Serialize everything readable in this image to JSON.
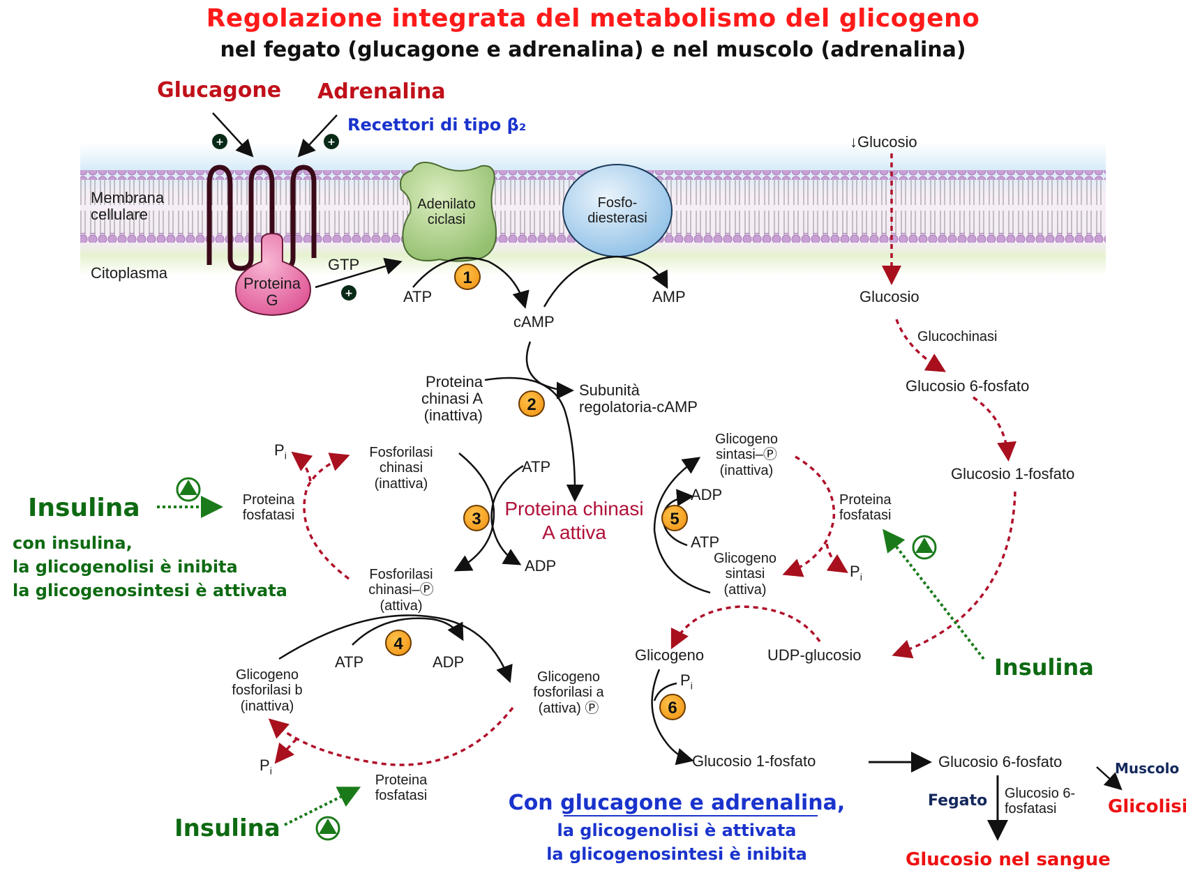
{
  "title": "Regolazione integrata del metabolismo del glicogeno",
  "subtitle": "nel fegato (glucagone e adrenalina) e nel muscolo (adrenalina)",
  "hormones": {
    "glucagon": "Glucagone",
    "adrenaline": "Adrenalina",
    "receptors": "Recettori di tipo β₂"
  },
  "membrane": {
    "label_line1": "Membrana",
    "label_line2": "cellulare",
    "cytoplasm": "Citoplasma"
  },
  "proteins": {
    "g_protein": [
      "Proteina",
      "G"
    ],
    "adenylate_cyclase": [
      "Adenilato",
      "ciclasi"
    ],
    "phosphodiesterase": [
      "Fosfo-",
      "diesterasi"
    ]
  },
  "step1": {
    "number": "1",
    "gtp": "GTP",
    "atp": "ATP",
    "camp": "cAMP",
    "amp": "AMP"
  },
  "step2": {
    "number": "2",
    "pka_inactive": [
      "Proteina",
      "chinasi A",
      "(inattiva)"
    ],
    "regulatory": [
      "Subunità",
      "regolatoria-cAMP"
    ]
  },
  "pka_active": [
    "Proteina chinasi",
    "A attiva"
  ],
  "step3": {
    "number": "3",
    "atp": "ATP",
    "adp": "ADP",
    "phk_inactive": [
      "Fosforilasi",
      "chinasi",
      "(inattiva)"
    ],
    "phk_active": [
      "Fosforilasi",
      "chinasi–Ⓟ",
      "(attiva)"
    ],
    "phosphatase": [
      "Proteina",
      "fosfatasi"
    ],
    "pi": "P",
    "pi_sub": "i"
  },
  "step4": {
    "number": "4",
    "atp": "ATP",
    "adp": "ADP",
    "gp_b": [
      "Glicogeno",
      "fosforilasi b",
      "(inattiva)"
    ],
    "gp_a": [
      "Glicogeno",
      "fosforilasi a",
      "(attiva) Ⓟ"
    ],
    "phosphatase": [
      "Proteina",
      "fosfatasi"
    ],
    "pi": "P",
    "pi_sub": "i"
  },
  "step5": {
    "number": "5",
    "adp": "ADP",
    "atp": "ATP",
    "gs_inactive": [
      "Glicogeno",
      "sintasi–Ⓟ",
      "(inattiva)"
    ],
    "gs_active": [
      "Glicogeno",
      "sintasi",
      "(attiva)"
    ],
    "phosphatase": [
      "Proteina",
      "fosfatasi"
    ],
    "pi": "P",
    "pi_sub": "i"
  },
  "step6": {
    "number": "6",
    "glycogen": "Glicogeno",
    "pi": "P",
    "pi_sub": "i",
    "g1p": "Glucosio 1-fosfato"
  },
  "glucose_path": {
    "glucose_blood": "↓Glucosio",
    "glucose": "Glucosio",
    "glucokinase": "Glucochinasi",
    "g6p": "Glucosio 6-fosfato",
    "g1p": "Glucosio 1-fosfato",
    "udp_glucose": "UDP-glucosio"
  },
  "fate": {
    "g6p": "Glucosio 6-fosfato",
    "liver": "Fegato",
    "enzyme": [
      "Glucosio 6-",
      "fosfatasi"
    ],
    "muscle": "Muscolo",
    "glycolysis": "Glicolisi",
    "blood_glucose": "Glucosio nel sangue"
  },
  "insulin": {
    "label": "Insulina",
    "note": [
      "con insulina,",
      "la glicogenolisi è inibita",
      "la glicogenosintesi è attivata"
    ]
  },
  "glucagon_note": {
    "prefix": "Con ",
    "underlined": "glucagone e adrenalina",
    "suffix": ",",
    "lines": [
      "la glicogenolisi è attivata",
      "la glicogenosintesi è inibita"
    ]
  },
  "colors": {
    "title": "#ff1a1a",
    "hormone": "#c0101a",
    "insulin": "#0e6a12",
    "note_blue": "#1a33cc",
    "dashed_arrow": "#b0102a",
    "pka": "#b01038"
  }
}
